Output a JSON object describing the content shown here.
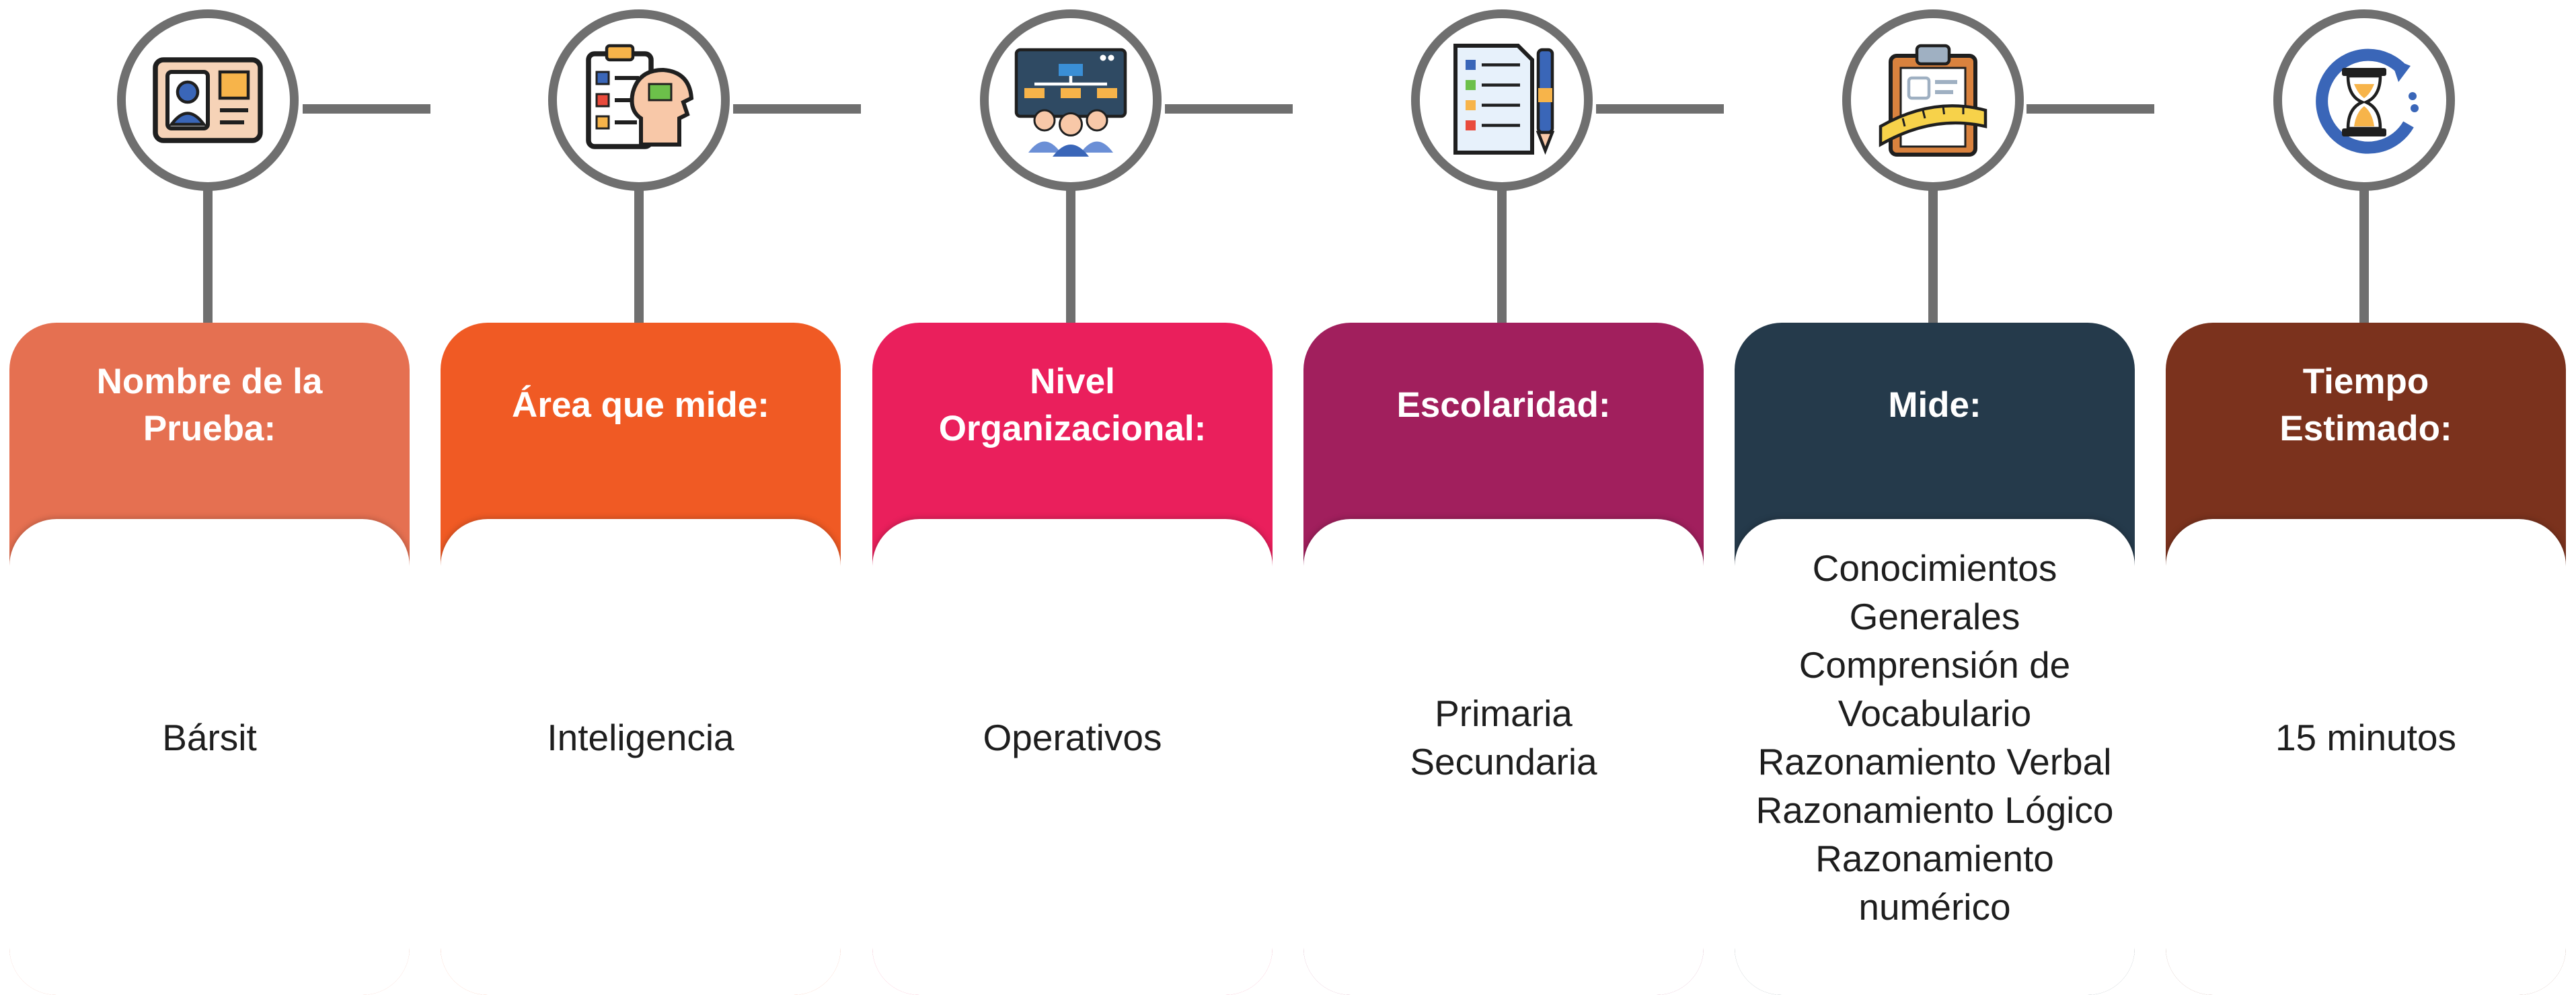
{
  "colors": {
    "connector": "#6f6f6f",
    "card_1": "#e57051",
    "card_2": "#f05a24",
    "card_3": "#ea1f5c",
    "card_4": "#a11f5d",
    "card_5": "#253a4b",
    "card_6": "#7b321d"
  },
  "steps": [
    {
      "icon": "id-card-icon",
      "title": "Nombre de la\nPrueba:",
      "value": "Bársit"
    },
    {
      "icon": "checklist-brain-icon",
      "title": "Área que mide:",
      "value": "Inteligencia"
    },
    {
      "icon": "org-chart-people-icon",
      "title": "Nivel\nOrganizacional:",
      "value": "Operativos"
    },
    {
      "icon": "document-pen-icon",
      "title": "Escolaridad:",
      "value": "Primaria\nSecundaria"
    },
    {
      "icon": "clipboard-measuring-tape-icon",
      "title": "Mide:",
      "value": "Conocimientos\nGenerales\nComprensión de\nVocabulario\nRazonamiento Verbal\nRazonamiento Lógico\nRazonamiento\nnumérico"
    },
    {
      "icon": "hourglass-clock-icon",
      "title": "Tiempo\nEstimado:",
      "value": "15 minutos"
    }
  ]
}
